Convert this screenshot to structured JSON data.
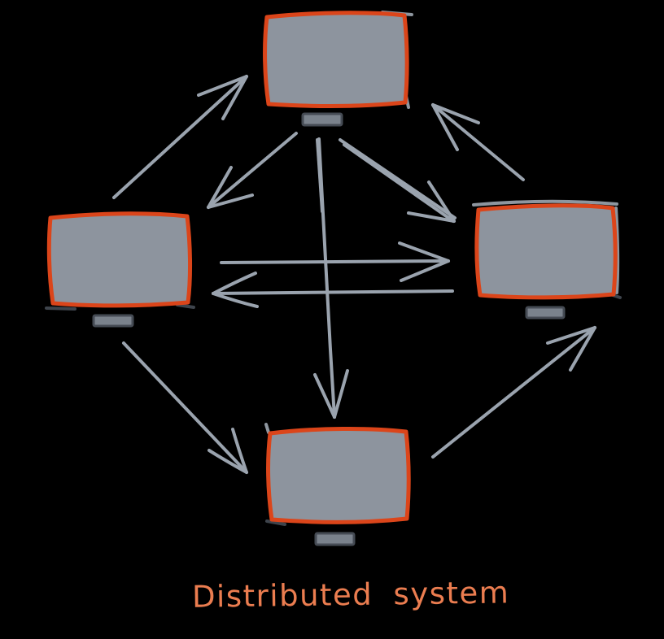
{
  "diagram": {
    "title": "Distributed system",
    "type": "network-diagram",
    "nodes": [
      {
        "id": "computer-top",
        "shape": "monitor"
      },
      {
        "id": "computer-left",
        "shape": "monitor"
      },
      {
        "id": "computer-right",
        "shape": "monitor"
      },
      {
        "id": "computer-bottom",
        "shape": "monitor"
      }
    ],
    "edges": [
      {
        "from": "computer-left",
        "to": "computer-top"
      },
      {
        "from": "computer-top",
        "to": "computer-left"
      },
      {
        "from": "computer-top",
        "to": "computer-right"
      },
      {
        "from": "computer-right",
        "to": "computer-top"
      },
      {
        "from": "computer-left",
        "to": "computer-right"
      },
      {
        "from": "computer-right",
        "to": "computer-left"
      },
      {
        "from": "computer-top",
        "to": "computer-bottom"
      },
      {
        "from": "computer-left",
        "to": "computer-bottom"
      },
      {
        "from": "computer-bottom",
        "to": "computer-right"
      }
    ],
    "colors": {
      "background": "#000000",
      "monitor_fill": "#8D949E",
      "monitor_border": "#DB451A",
      "stand_fill": "#7A828C",
      "stand_border": "#454B54",
      "arrow": "#9AA3AE",
      "sketch": "#8E969F",
      "dark_tick": "#3E444C",
      "title_color": "#EB7D50"
    }
  }
}
